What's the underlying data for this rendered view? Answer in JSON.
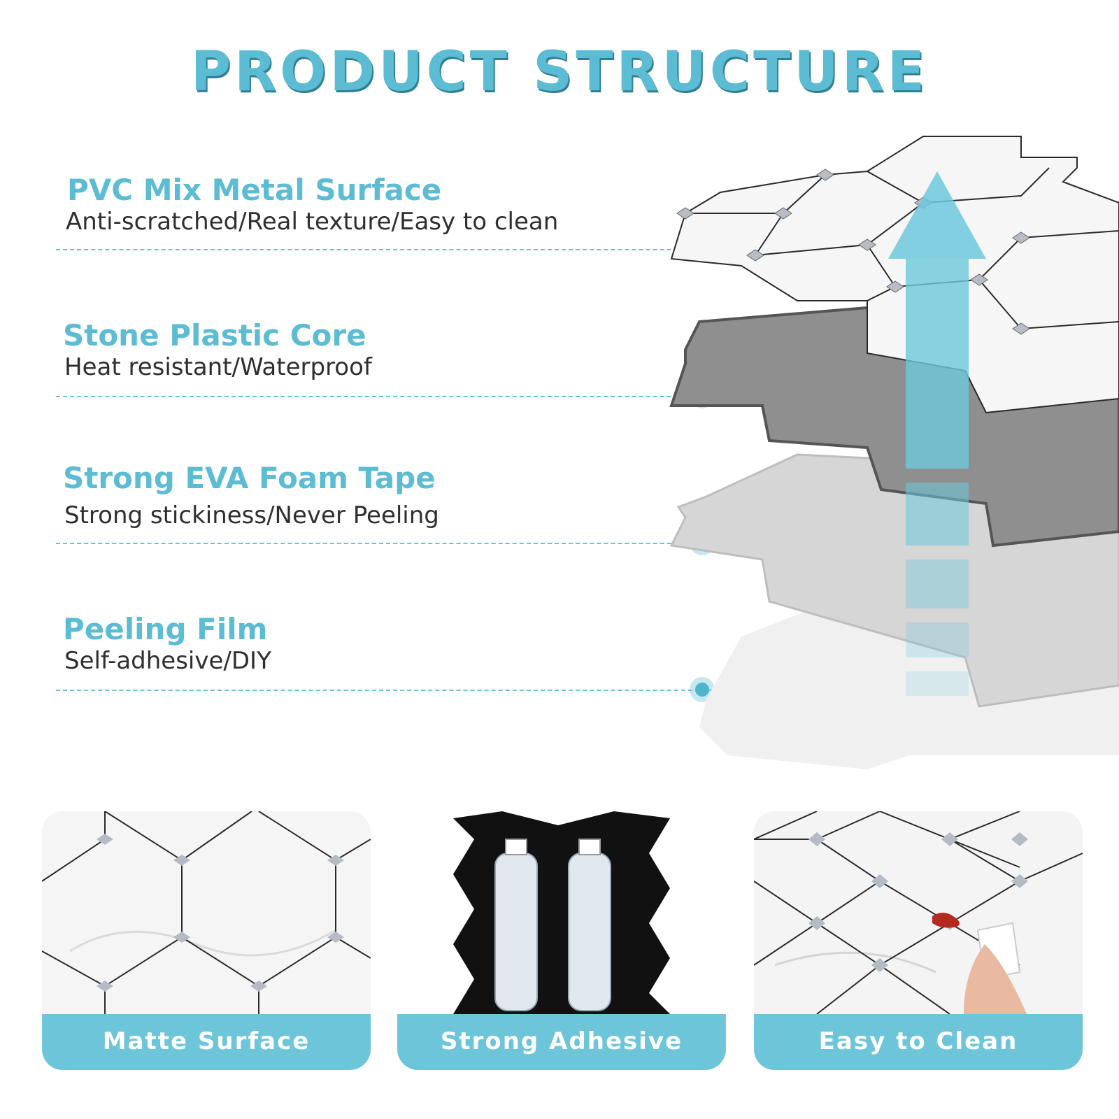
{
  "title": "PRODUCT STRUCTURE",
  "layers": [
    {
      "name": "PVC Mix Metal Surface",
      "description": "Anti-scratched/Real texture/Easy to clean"
    },
    {
      "name": "Stone Plastic Core",
      "description": "Heat resistant/Waterproof"
    },
    {
      "name": "Strong EVA Foam Tape",
      "description": "Strong stickiness/Never Peeling"
    },
    {
      "name": "Peeling Film",
      "description": "Self-adhesive/DIY"
    }
  ],
  "features": [
    {
      "label": "Matte Surface"
    },
    {
      "label": "Strong Adhesive"
    },
    {
      "label": "Easy to Clean"
    }
  ],
  "colors": {
    "accent": "#5bbcd3",
    "label_bar": "#6cc5d9",
    "core_gray": "#8c8c8c",
    "tape_gray": "#cfcfcf",
    "film_gray": "#ececec"
  }
}
